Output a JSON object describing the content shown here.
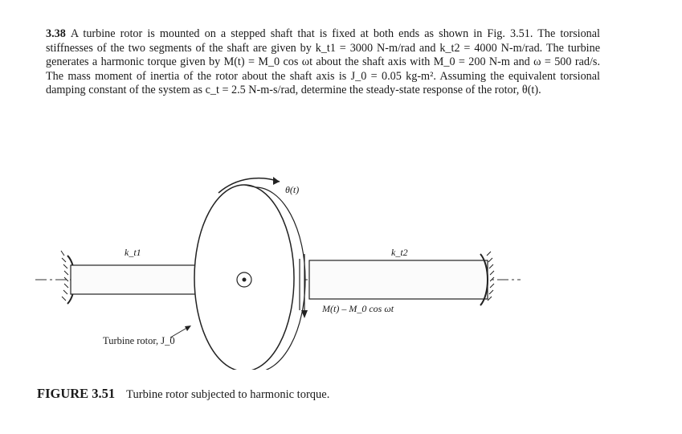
{
  "problem": {
    "number": "3.38",
    "text": "A turbine rotor is mounted on a stepped shaft that is fixed at both ends as shown in Fig. 3.51. The torsional stiffnesses of the two segments of the shaft are given by k_t1 = 3000 N-m/rad and k_t2 = 4000 N-m/rad. The turbine generates a harmonic torque given by M(t) = M_0 cos ωt about the shaft axis with M_0 = 200 N-m and ω = 500 rad/s. The mass moment of inertia of the rotor about the shaft axis is J_0 = 0.05 kg-m². Assuming the equivalent torsional damping constant of the system as c_t = 2.5 N-m-s/rad, determine the steady-state response of the rotor, θ(t)."
  },
  "figure": {
    "label_theta": "θ(t)",
    "label_kt1": "k_t1",
    "label_kt2": "k_t2",
    "label_torque": "M(t) – M_0 cos ωt",
    "label_rotor": "Turbine rotor, J_0"
  },
  "caption": {
    "label": "FIGURE 3.51",
    "text": "Turbine rotor subjected to harmonic torque."
  }
}
